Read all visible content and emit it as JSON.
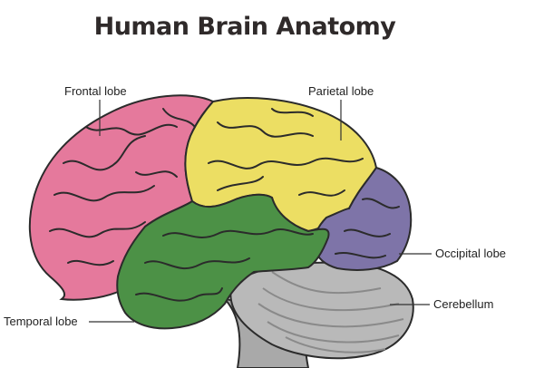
{
  "title": "Human Brain Anatomy",
  "labels": {
    "frontal": "Frontal lobe",
    "parietal": "Parietal lobe",
    "occipital": "Occipital lobe",
    "cerebellum": "Cerebellum",
    "temporal": "Temporal lobe"
  },
  "colors": {
    "frontal": "#e5799c",
    "parietal": "#ecde63",
    "occipital": "#7e74a8",
    "temporal": "#4c9146",
    "cerebellum": "#b9b9b9",
    "brainstem": "#a9a9a9",
    "outline": "#2b2b2b"
  }
}
